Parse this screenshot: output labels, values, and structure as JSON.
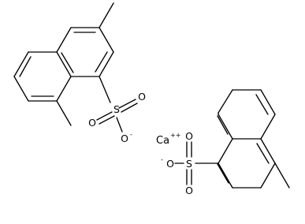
{
  "molecule": {
    "anion_top": {
      "sulfur": "S",
      "oxygen_double": "O",
      "oxygen_lower": "O",
      "oxygen_charged": "O",
      "oxygen_charge": "-"
    },
    "cation": {
      "symbol": "Ca",
      "charge": "++"
    },
    "anion_bottom": {
      "sulfur": "S",
      "oxygen_double_upper": "O",
      "oxygen_double_lower": "O",
      "oxygen_charged": "O",
      "oxygen_charge": "-"
    }
  }
}
